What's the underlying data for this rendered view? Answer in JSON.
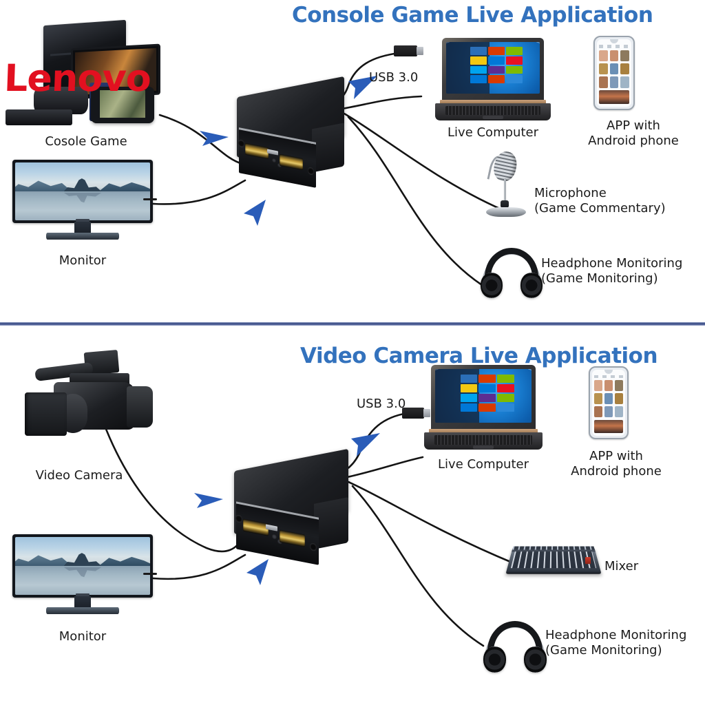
{
  "image": {
    "kind": "product-connection-diagram",
    "background": "#ffffff",
    "accent_title_color": "#3372bd",
    "divider_color": "#3d4f86",
    "watermark_color": "#e21020",
    "arrow_color": "#2a5cb8"
  },
  "watermark": {
    "text": "Lenovo"
  },
  "panels": [
    {
      "id": "console-game",
      "title": "Console Game Live Application",
      "labels": {
        "source": "Cosole Game",
        "monitor": "Monitor",
        "usb": "USB 3.0",
        "computer": "Live Computer",
        "app_line1": "APP with",
        "app_line2": "Android phone",
        "mic_line1": "Microphone",
        "mic_line2": "(Game Commentary)",
        "headphone_line1": "Headphone Monitoring",
        "headphone_line2": "(Game Monitoring)"
      },
      "devices": [
        "game-console-cluster",
        "monitor",
        "hdmi-capture-box",
        "usb-3-cable",
        "laptop",
        "android-phone",
        "microphone",
        "headphones"
      ]
    },
    {
      "id": "video-camera",
      "title": "Video Camera Live Application",
      "labels": {
        "source": "Video Camera",
        "monitor": "Monitor",
        "usb": "USB 3.0",
        "computer": "Live Computer",
        "app_line1": "APP with",
        "app_line2": "Android phone",
        "mixer": "Mixer",
        "headphone_line1": "Headphone Monitoring",
        "headphone_line2": "(Game Monitoring)"
      },
      "devices": [
        "camcorder",
        "monitor",
        "hdmi-capture-box",
        "usb-3-cable",
        "laptop",
        "android-phone",
        "audio-mixer",
        "headphones"
      ]
    }
  ]
}
